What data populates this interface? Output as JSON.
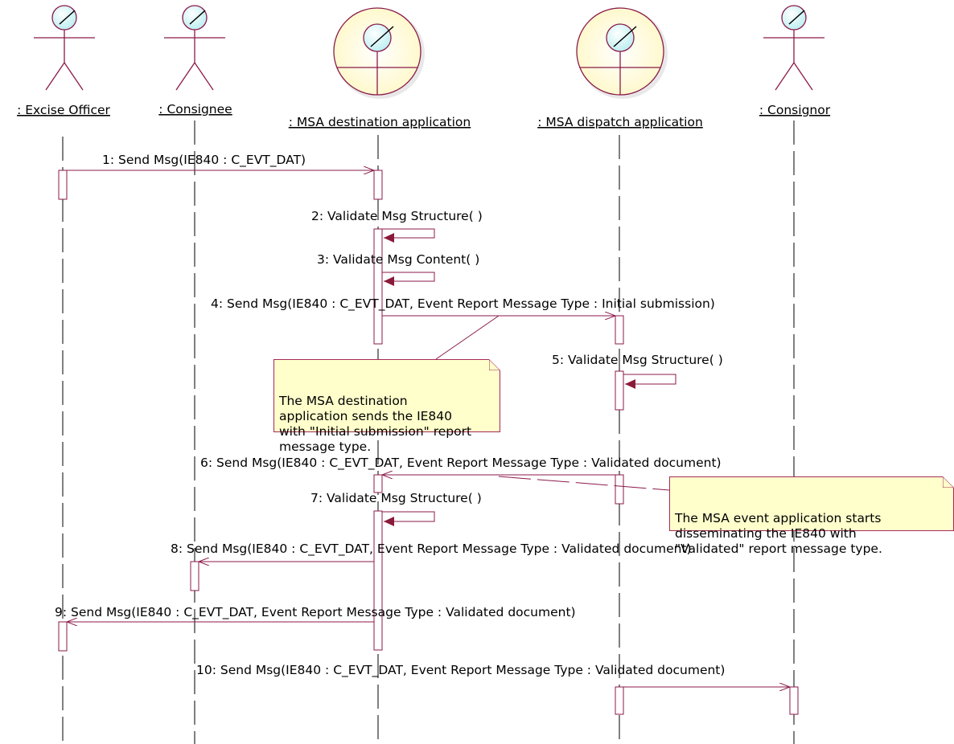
{
  "participants": [
    {
      "id": "officer",
      "kind": "actor",
      "name": ": Excise Officer"
    },
    {
      "id": "consignee",
      "kind": "actor",
      "name": ": Consignee"
    },
    {
      "id": "dest",
      "kind": "boundary",
      "name": ": MSA destination application"
    },
    {
      "id": "disp",
      "kind": "boundary",
      "name": ": MSA dispatch application"
    },
    {
      "id": "consignor",
      "kind": "actor",
      "name": ": Consignor"
    }
  ],
  "messages": [
    {
      "n": 1,
      "text": "1: Send Msg(IE840 : C_EVT_DAT)",
      "from": "officer",
      "to": "dest"
    },
    {
      "n": 2,
      "text": "2: Validate Msg Structure( )",
      "from": "dest",
      "to": "dest"
    },
    {
      "n": 3,
      "text": "3: Validate Msg Content( )",
      "from": "dest",
      "to": "dest"
    },
    {
      "n": 4,
      "text": "4: Send Msg(IE840 : C_EVT_DAT, Event Report Message Type : Initial submission)",
      "from": "dest",
      "to": "disp"
    },
    {
      "n": 5,
      "text": "5: Validate Msg Structure( )",
      "from": "disp",
      "to": "disp"
    },
    {
      "n": 6,
      "text": "6: Send Msg(IE840 : C_EVT_DAT, Event Report Message Type : Validated document)",
      "from": "disp",
      "to": "dest"
    },
    {
      "n": 7,
      "text": "7: Validate Msg Structure( )",
      "from": "dest",
      "to": "dest"
    },
    {
      "n": 8,
      "text": "8: Send Msg(IE840 : C_EVT_DAT, Event Report Message Type : Validated document)",
      "from": "dest",
      "to": "consignee"
    },
    {
      "n": 9,
      "text": "9: Send Msg(IE840 : C_EVT_DAT, Event Report Message Type : Validated document)",
      "from": "dest",
      "to": "officer"
    },
    {
      "n": 10,
      "text": "10: Send Msg(IE840 : C_EVT_DAT, Event Report Message Type : Validated document)",
      "from": "disp",
      "to": "consignor"
    }
  ],
  "notes": [
    {
      "id": "note-initial",
      "text": "The MSA destination\napplication sends the IE840\nwith \"Initial submission\" report\nmessage type."
    },
    {
      "id": "note-validated",
      "text": "The MSA event application starts\ndisseminating the IE840 with\n\"Validated\" report message type."
    }
  ],
  "colors": {
    "line": "#8b1a4a",
    "head": "#fddcdc",
    "note_bg": "#ffffcc",
    "arrowhead": "#8b1a3a"
  }
}
